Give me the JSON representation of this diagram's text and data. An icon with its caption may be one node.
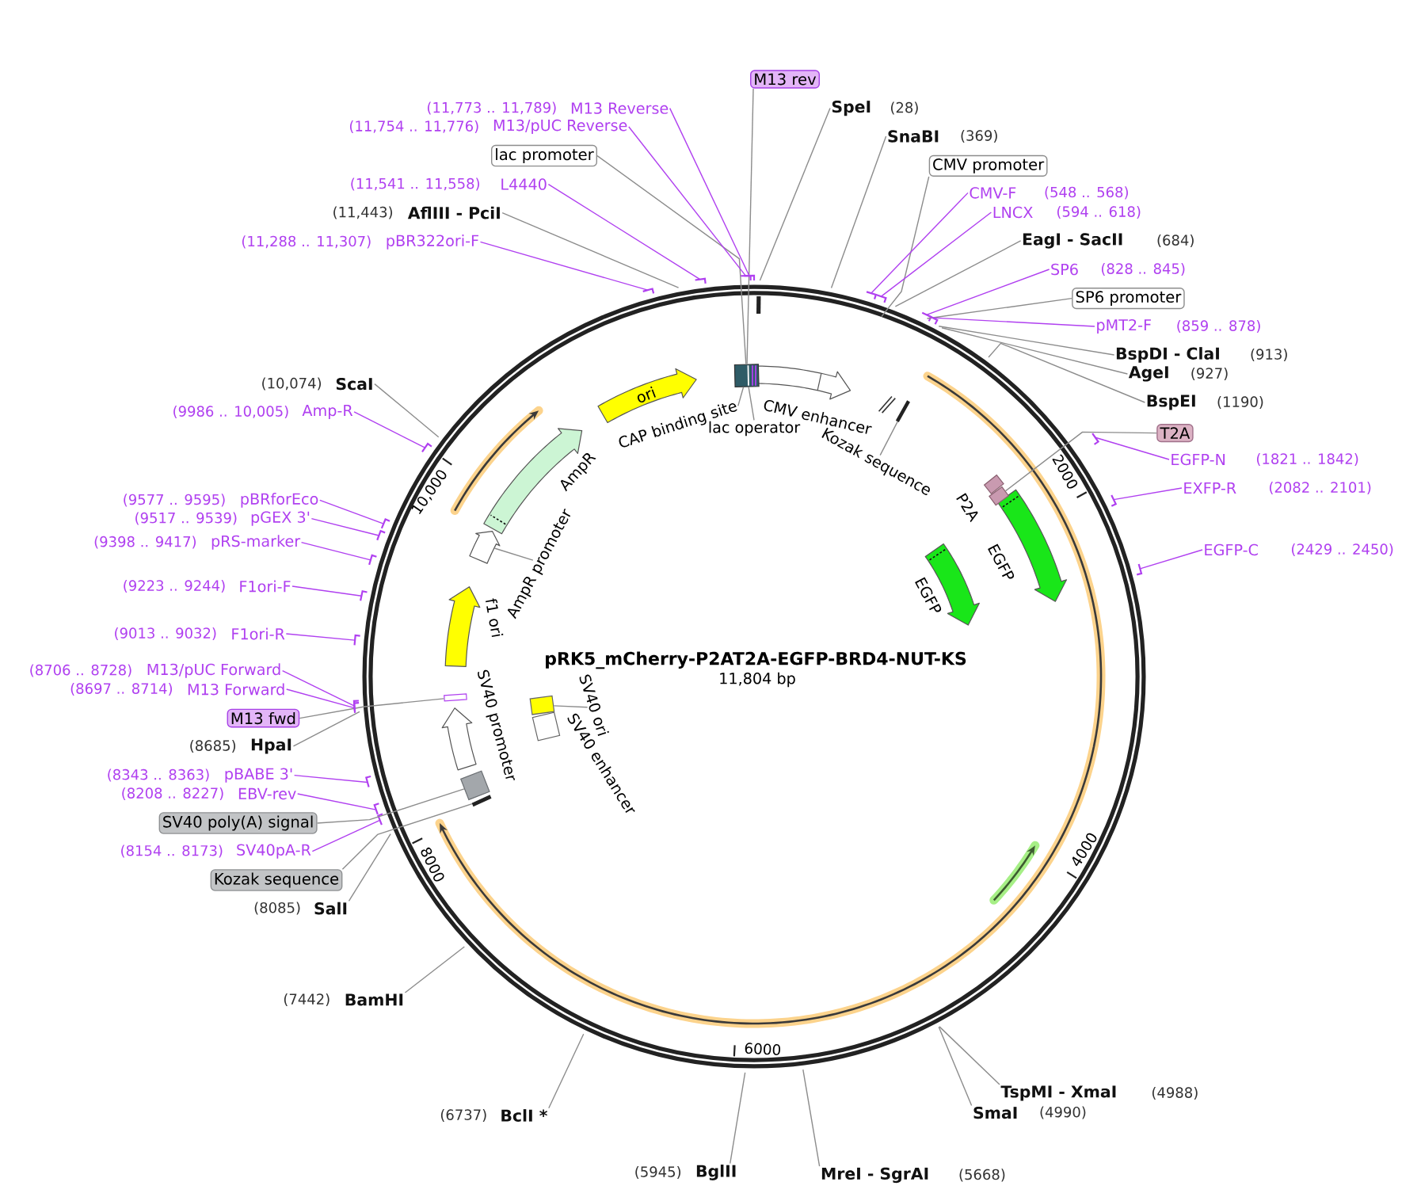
{
  "diagram": {
    "title": "pRK5_mCherry-P2AT2A-EGFP-BRD4-NUT-KS",
    "nodes": [
      {
        "text": [
          "M13 rev"
        ]
      },
      {
        "text": [
          "SpeI"
        ],
        "beside": [
          "(28)"
        ]
      },
      {
        "text": [
          "SnaBI"
        ],
        "beside": [
          "(369)"
        ]
      },
      {
        "text": [
          "CMV promoter"
        ]
      },
      {
        "text": [
          "CMV-F"
        ],
        "beside": [
          "(548 .. 568)"
        ]
      },
      {
        "text": [
          "LNCX"
        ],
        "beside": [
          "(594 .. 618)"
        ]
      },
      {
        "text": [
          "EagI - SacII"
        ],
        "beside": [
          "(684)"
        ]
      },
      {
        "text": [
          "SP6"
        ],
        "beside": [
          "(828 .. 845)"
        ]
      },
      {
        "text": [
          "SP6 promoter"
        ]
      },
      {
        "text": [
          "pMT2-F"
        ],
        "beside": [
          "(859 .. 878)"
        ]
      },
      {
        "text": [
          "BspDI - ClaI"
        ],
        "beside": [
          "(913)"
        ]
      },
      {
        "text": [
          "AgeI"
        ],
        "beside": [
          "(927)"
        ]
      },
      {
        "text": [
          "BspEI"
        ],
        "beside": [
          "(1190)"
        ]
      },
      {
        "text": [
          "T2A"
        ]
      },
      {
        "text": [
          "EGFP-N"
        ],
        "beside": [
          "(1821 .. 1842)"
        ]
      },
      {
        "text": [
          "EXFP-R"
        ],
        "beside": [
          "(2082 .. 2101)"
        ]
      },
      {
        "text": [
          "EGFP-C"
        ],
        "beside": [
          "(2429 .. 2450)"
        ]
      },
      {
        "text": [
          "TspMI - XmaI"
        ],
        "beside": [
          "(4988)"
        ]
      },
      {
        "text": [
          "SmaI"
        ],
        "beside": [
          "(4990)"
        ]
      },
      {
        "text": [
          "MreI - SgrAI"
        ],
        "beside": [
          "(5668)"
        ]
      },
      {
        "text": [
          "BglII"
        ],
        "beside": [
          "(5945)"
        ]
      },
      {
        "text": [
          "BclI *"
        ],
        "beside": [
          "(6737)"
        ]
      },
      {
        "text": [
          "BamHI"
        ],
        "beside": [
          "(7442)"
        ]
      },
      {
        "text": [
          "SalI"
        ],
        "beside": [
          "(8085)"
        ]
      },
      {
        "text": [
          "Kozak sequence"
        ]
      },
      {
        "text": [
          "SV40pA-R"
        ],
        "beside": [
          "(8154 .. 8173)"
        ]
      },
      {
        "text": [
          "SV40 poly(A) signal"
        ]
      },
      {
        "text": [
          "EBV-rev"
        ],
        "beside": [
          "(8208 .. 8227)"
        ]
      },
      {
        "text": [
          "pBABE 3'"
        ],
        "beside": [
          "(8343 .. 8363)"
        ]
      },
      {
        "text": [
          "HpaI"
        ],
        "beside": [
          "(8685)"
        ]
      },
      {
        "text": [
          "M13 fwd"
        ]
      },
      {
        "text": [
          "M13 Forward"
        ],
        "beside": [
          "(8697 .. 8714)"
        ]
      },
      {
        "text": [
          "M13/pUC Forward"
        ],
        "beside": [
          "(8706 .. 8728)"
        ]
      },
      {
        "text": [
          "F1ori-R"
        ],
        "beside": [
          "(9013 .. 9032)"
        ]
      },
      {
        "text": [
          "F1ori-F"
        ],
        "beside": [
          "(9223 .. 9244)"
        ]
      },
      {
        "text": [
          "pRS-marker"
        ],
        "beside": [
          "(9398 .. 9417)"
        ]
      },
      {
        "text": [
          "pGEX 3'"
        ],
        "beside": [
          "(9517 .. 9539)"
        ]
      },
      {
        "text": [
          "pBRforEco"
        ],
        "beside": [
          "(9577 .. 9595)"
        ]
      },
      {
        "text": [
          "Amp-R"
        ],
        "beside": [
          "(9986 .. 10,005)"
        ]
      },
      {
        "text": [
          "ScaI"
        ],
        "beside": [
          "(10,074)"
        ]
      },
      {
        "text": [
          "pBR322ori-F"
        ],
        "beside": [
          "(11,288 .. 11,307)"
        ]
      },
      {
        "text": [
          "AflIII - PciI"
        ],
        "beside": [
          "(11,443)"
        ]
      },
      {
        "text": [
          "L4440"
        ],
        "beside": [
          "(11,541 .. 11,558)"
        ]
      },
      {
        "text": [
          "lac promoter"
        ]
      },
      {
        "text": [
          "M13/pUC Reverse"
        ],
        "beside": [
          "(11,754 .. 11,776)"
        ]
      },
      {
        "text": [
          "M13 Reverse"
        ],
        "beside": [
          "(11,773 .. 11,789)"
        ]
      },
      {
        "text": [
          "ori"
        ]
      },
      {
        "text": [
          "CAP binding site"
        ]
      },
      {
        "text": [
          "lac operator"
        ]
      },
      {
        "text": [
          "CMV enhancer"
        ]
      },
      {
        "text": [
          "Kozak sequence"
        ]
      },
      {
        "text": [
          "P2A"
        ]
      },
      {
        "text": [
          "EGFP"
        ]
      },
      {
        "text": [
          "EGFP"
        ]
      },
      {
        "text": [
          "AmpR"
        ]
      },
      {
        "text": [
          "AmpR promoter"
        ]
      },
      {
        "text": [
          "f1 ori"
        ]
      },
      {
        "text": [
          "SV40 promoter"
        ]
      },
      {
        "text": [
          "SV40 ori"
        ]
      },
      {
        "text": [
          "SV40 enhancer"
        ]
      },
      {
        "text": [],
        "shape": "bar"
      },
      {
        "text": [],
        "shape": "bar"
      },
      {
        "text": [],
        "shape": "box"
      },
      {
        "text": [],
        "shape": "box"
      },
      {
        "text": [],
        "shape": "arrow"
      },
      {
        "text": [],
        "shape": "box"
      },
      {
        "text": [],
        "shape": "box"
      },
      {
        "text": [],
        "shape": "bar"
      },
      {
        "text": [],
        "shape": "bar"
      }
    ],
    "edges": [
      {
        "from": 0,
        "to": 60,
        "arrow": "none"
      },
      {
        "from": 1,
        "to": null,
        "arrow": "none"
      },
      {
        "from": 2,
        "to": null,
        "arrow": "none"
      },
      {
        "from": 3,
        "to": null,
        "arrow": "none"
      },
      {
        "from": 4,
        "to": null,
        "arrow": "none",
        "color": "#b040f0"
      },
      {
        "from": 5,
        "to": null,
        "arrow": "none",
        "color": "#b040f0"
      },
      {
        "from": 6,
        "to": null,
        "arrow": "none"
      },
      {
        "from": 7,
        "to": null,
        "arrow": "none",
        "color": "#b040f0"
      },
      {
        "from": 8,
        "to": null,
        "arrow": "none"
      },
      {
        "from": 9,
        "to": null,
        "arrow": "none",
        "color": "#b040f0"
      },
      {
        "from": 10,
        "to": null,
        "arrow": "none"
      },
      {
        "from": 11,
        "to": null,
        "arrow": "none"
      },
      {
        "from": 12,
        "to": null,
        "arrow": "none"
      },
      {
        "from": 13,
        "to": 63,
        "arrow": "none"
      },
      {
        "from": 14,
        "to": null,
        "arrow": "none",
        "color": "#b040f0"
      },
      {
        "from": 15,
        "to": null,
        "arrow": "none",
        "color": "#b040f0"
      },
      {
        "from": 16,
        "to": null,
        "arrow": "none",
        "color": "#b040f0"
      },
      {
        "from": 17,
        "to": null,
        "arrow": "none"
      },
      {
        "from": 18,
        "to": null,
        "arrow": "none"
      },
      {
        "from": 19,
        "to": null,
        "arrow": "none"
      },
      {
        "from": 20,
        "to": null,
        "arrow": "none"
      },
      {
        "from": 21,
        "to": null,
        "arrow": "none"
      },
      {
        "from": 22,
        "to": null,
        "arrow": "none"
      },
      {
        "from": 23,
        "to": null,
        "arrow": "none"
      },
      {
        "from": 24,
        "to": 68,
        "arrow": "none"
      },
      {
        "from": 25,
        "to": null,
        "arrow": "none",
        "color": "#b040f0"
      },
      {
        "from": 26,
        "to": 65,
        "arrow": "none"
      },
      {
        "from": 27,
        "to": null,
        "arrow": "none",
        "color": "#b040f0"
      },
      {
        "from": 28,
        "to": null,
        "arrow": "none",
        "color": "#b040f0"
      },
      {
        "from": 29,
        "to": null,
        "arrow": "none"
      },
      {
        "from": 30,
        "to": 67,
        "arrow": "none"
      },
      {
        "from": 31,
        "to": null,
        "arrow": "none",
        "color": "#b040f0"
      },
      {
        "from": 32,
        "to": null,
        "arrow": "none",
        "color": "#b040f0"
      },
      {
        "from": 33,
        "to": null,
        "arrow": "none",
        "color": "#b040f0"
      },
      {
        "from": 34,
        "to": null,
        "arrow": "none",
        "color": "#b040f0"
      },
      {
        "from": 35,
        "to": null,
        "arrow": "none",
        "color": "#b040f0"
      },
      {
        "from": 36,
        "to": null,
        "arrow": "none",
        "color": "#b040f0"
      },
      {
        "from": 37,
        "to": null,
        "arrow": "none",
        "color": "#b040f0"
      },
      {
        "from": 38,
        "to": null,
        "arrow": "none",
        "color": "#b040f0"
      },
      {
        "from": 39,
        "to": null,
        "arrow": "none"
      },
      {
        "from": 40,
        "to": null,
        "arrow": "none",
        "color": "#b040f0"
      },
      {
        "from": 41,
        "to": null,
        "arrow": "none"
      },
      {
        "from": 42,
        "to": null,
        "arrow": "none",
        "color": "#b040f0"
      },
      {
        "from": 43,
        "to": 60,
        "arrow": "none"
      },
      {
        "from": 44,
        "to": null,
        "arrow": "none",
        "color": "#b040f0"
      },
      {
        "from": 45,
        "to": null,
        "arrow": "none",
        "color": "#b040f0"
      },
      {
        "from": 47,
        "to": 60,
        "arrow": "none"
      },
      {
        "from": 48,
        "to": 60,
        "arrow": "none"
      },
      {
        "from": 50,
        "to": 61,
        "arrow": "none"
      },
      {
        "from": 55,
        "to": 64,
        "arrow": "none"
      },
      {
        "from": 58,
        "to": 66,
        "arrow": "none"
      }
    ],
    "labels": [
      "11,804 bp",
      "2000",
      "4000",
      "6000",
      "8000",
      "10,000"
    ]
  }
}
